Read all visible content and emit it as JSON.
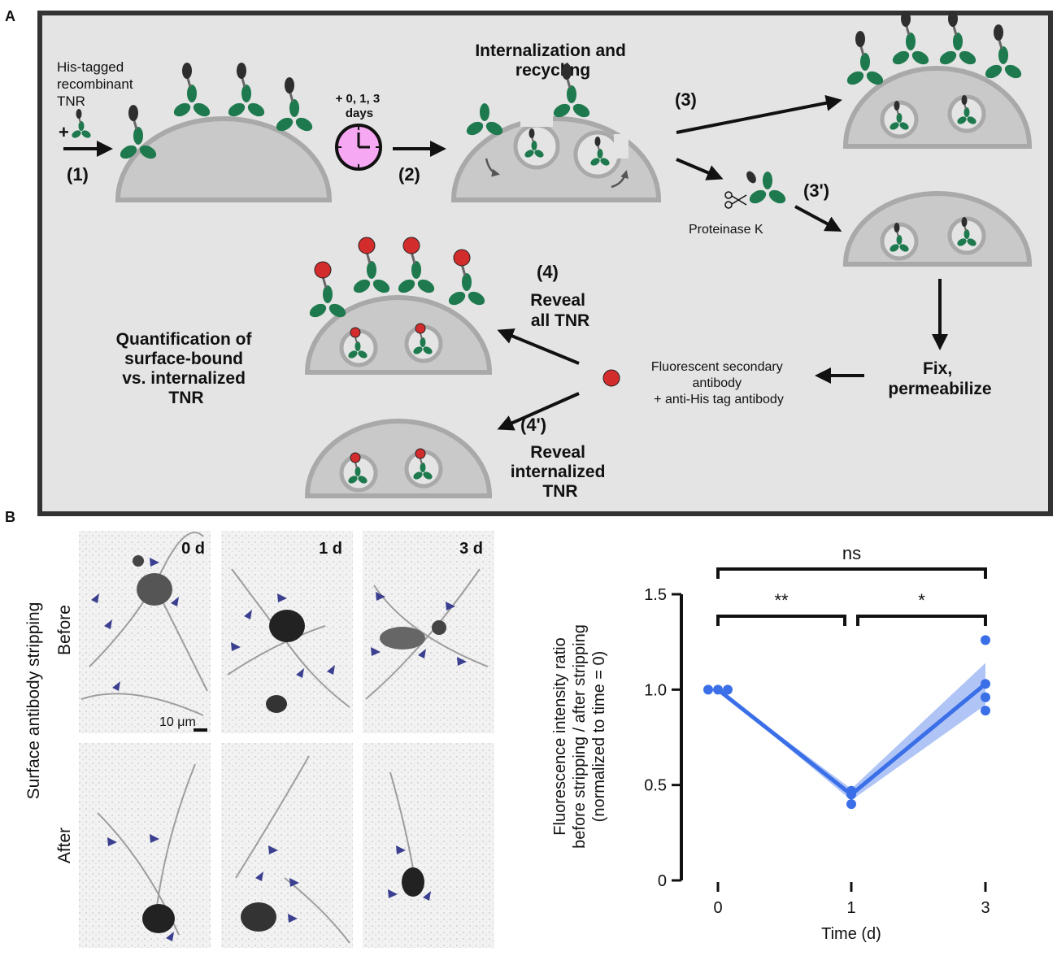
{
  "panel_a": {
    "label": "A",
    "his_tagged": [
      "His-tagged",
      "recombinant",
      "TNR"
    ],
    "plus": "+",
    "step1": "(1)",
    "days": [
      "+ 0, 1, 3",
      "days"
    ],
    "step2": "(2)",
    "internalization": [
      "Internalization and",
      "recycling"
    ],
    "step3": "(3)",
    "step3p": "(3')",
    "proteinase": "Proteinase K",
    "fix": [
      "Fix,",
      "permeabilize"
    ],
    "secondary": [
      "Fluorescent secondary",
      "antibody",
      "+ anti-His tag antibody"
    ],
    "step4": "(4)",
    "reveal_all": [
      "Reveal",
      "all TNR"
    ],
    "step4p": "(4')",
    "reveal_internal": [
      "Reveal",
      "internalized",
      "TNR"
    ],
    "quant": [
      "Quantification of",
      "surface-bound",
      "vs. internalized",
      "TNR"
    ],
    "colors": {
      "tnr": "#1e7a4e",
      "tag": "#2e2e2e",
      "label": "#d32c2c",
      "cell": "#c9c9c9",
      "clock": "#f7a8f2",
      "panel_bg": "#e4e4e4"
    }
  },
  "panel_b": {
    "label": "B",
    "row_title": "Surface antibody stripping",
    "row_before": "Before",
    "row_after": "After",
    "col_labels": [
      "0 d",
      "1 d",
      "3 d"
    ],
    "scale_bar": "10 μm"
  },
  "chart_data": {
    "type": "line",
    "xlabel": "Time (d)",
    "ylabel": [
      "Fluorescence intensity ratio",
      "before stripping / after stripping",
      "(normalized to time = 0)"
    ],
    "x_ticks": [
      "0",
      "1",
      "3"
    ],
    "y_ticks": [
      "0",
      "0.5",
      "1.0",
      "1.5"
    ],
    "ylim": [
      0,
      1.5
    ],
    "series": [
      {
        "x": [
          0,
          1,
          3
        ],
        "mean": [
          1.0,
          0.45,
          1.03
        ],
        "ci_low": [
          1.0,
          0.42,
          0.92
        ],
        "ci_high": [
          1.0,
          0.48,
          1.14
        ]
      }
    ],
    "points": [
      {
        "x": 0,
        "y": 1.0
      },
      {
        "x": 0,
        "y": 1.0
      },
      {
        "x": 0,
        "y": 1.0
      },
      {
        "x": 1,
        "y": 0.47
      },
      {
        "x": 1,
        "y": 0.45
      },
      {
        "x": 1,
        "y": 0.4
      },
      {
        "x": 3,
        "y": 1.26
      },
      {
        "x": 3,
        "y": 1.03
      },
      {
        "x": 3,
        "y": 0.96
      },
      {
        "x": 3,
        "y": 0.89
      }
    ],
    "significance": [
      {
        "from": 0,
        "to": 1,
        "label": "**"
      },
      {
        "from": 1,
        "to": 3,
        "label": "*"
      },
      {
        "from": 0,
        "to": 3,
        "label": "ns"
      }
    ],
    "color": "#3a6fe8"
  }
}
